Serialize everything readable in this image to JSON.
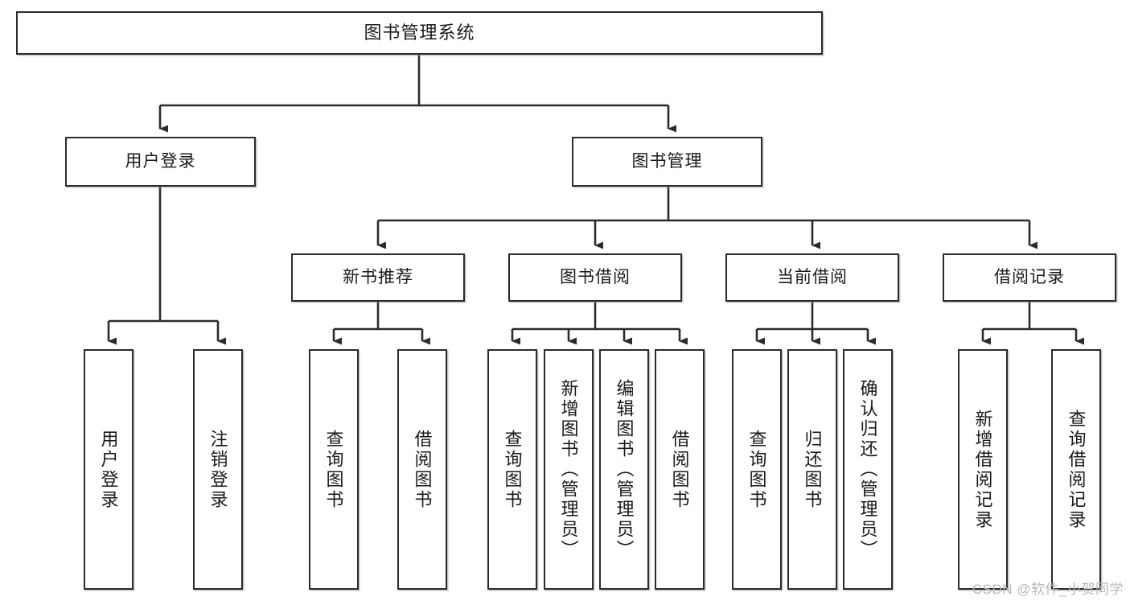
{
  "diagram": {
    "type": "tree",
    "title": "图书管理系统",
    "orientation": "top-down",
    "watermark": "CSDN @软件_小贺同学",
    "colors": {
      "box_border": "#2b2b2b",
      "box_fill": "#ffffff",
      "connector": "#2b2b2b",
      "text": "#1a1a1a",
      "watermark": "#b9b9b9",
      "background": "#ffffff"
    },
    "nodes": {
      "root": {
        "label": "图书管理系统"
      },
      "level2": [
        {
          "id": "user-login",
          "label": "用户登录"
        },
        {
          "id": "book-manage",
          "label": "图书管理"
        }
      ],
      "level3": [
        {
          "id": "new-book-recommend",
          "label": "新书推荐"
        },
        {
          "id": "book-borrow",
          "label": "图书借阅"
        },
        {
          "id": "current-borrow",
          "label": "当前借阅"
        },
        {
          "id": "borrow-record",
          "label": "借阅记录"
        }
      ],
      "leaves": {
        "user-login": [
          {
            "id": "leaf-user-login",
            "label": "用户登录"
          },
          {
            "id": "leaf-user-logout",
            "label": "注销登录"
          }
        ],
        "new-book-recommend": [
          {
            "id": "leaf-query-book-1",
            "label": "查询图书"
          },
          {
            "id": "leaf-borrow-book-1",
            "label": "借阅图书"
          }
        ],
        "book-borrow": [
          {
            "id": "leaf-query-book-2",
            "label": "查询图书"
          },
          {
            "id": "leaf-add-book",
            "label": "新增图书（管理员）"
          },
          {
            "id": "leaf-edit-book",
            "label": "编辑图书（管理员）"
          },
          {
            "id": "leaf-borrow-book-2",
            "label": "借阅图书"
          }
        ],
        "current-borrow": [
          {
            "id": "leaf-query-book-3",
            "label": "查询图书"
          },
          {
            "id": "leaf-return-book",
            "label": "归还图书"
          },
          {
            "id": "leaf-confirm-return",
            "label": "确认归还（管理员）"
          }
        ],
        "borrow-record": [
          {
            "id": "leaf-add-record",
            "label": "新增借阅记录"
          },
          {
            "id": "leaf-query-record",
            "label": "查询借阅记录"
          }
        ]
      }
    }
  }
}
